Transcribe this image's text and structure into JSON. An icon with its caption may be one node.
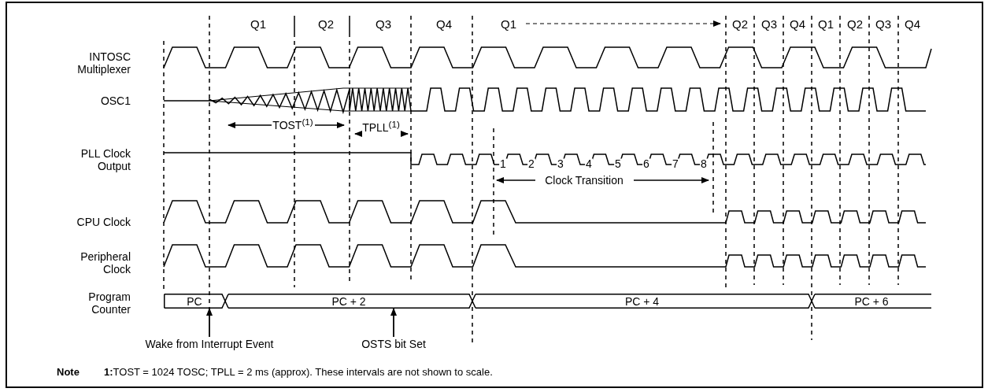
{
  "diagram": {
    "nodes": [
      {
        "text": [
          "Wake from Interrupt Event"
        ]
      },
      {
        "text": [
          "OSTS bit Set"
        ]
      },
      {
        "text": [
          "PC"
        ]
      },
      {
        "text": [
          "PC + 2"
        ]
      },
      {
        "text": [
          "PC + 4"
        ]
      },
      {
        "text": [
          "PC + 6"
        ]
      }
    ],
    "edges": [
      {
        "from": 0,
        "to": 2,
        "arrow": "to"
      },
      {
        "from": 1,
        "to": 3,
        "arrow": "to"
      }
    ],
    "labels": [
      "Q1",
      "Q2",
      "Q3",
      "Q4",
      "Q1",
      "Q2",
      "Q3",
      "Q4",
      "Q1",
      "Q2",
      "Q3",
      "Q4",
      "INTOSC Multiplexer",
      "OSC1",
      "TOST$^{(1)}$",
      "TPLL$^{(1)}$",
      "PLL Clock Output",
      "1",
      "2",
      "3",
      "4",
      "5",
      "6",
      "7",
      "8",
      "Clock Transition",
      "CPU Clock",
      "Peripheral Clock",
      "Program Counter",
      "Note",
      "**1:**TOST = 1024 TOSC; TPLL = 2 ms (approx). These intervals are not shown to scale."
    ]
  }
}
